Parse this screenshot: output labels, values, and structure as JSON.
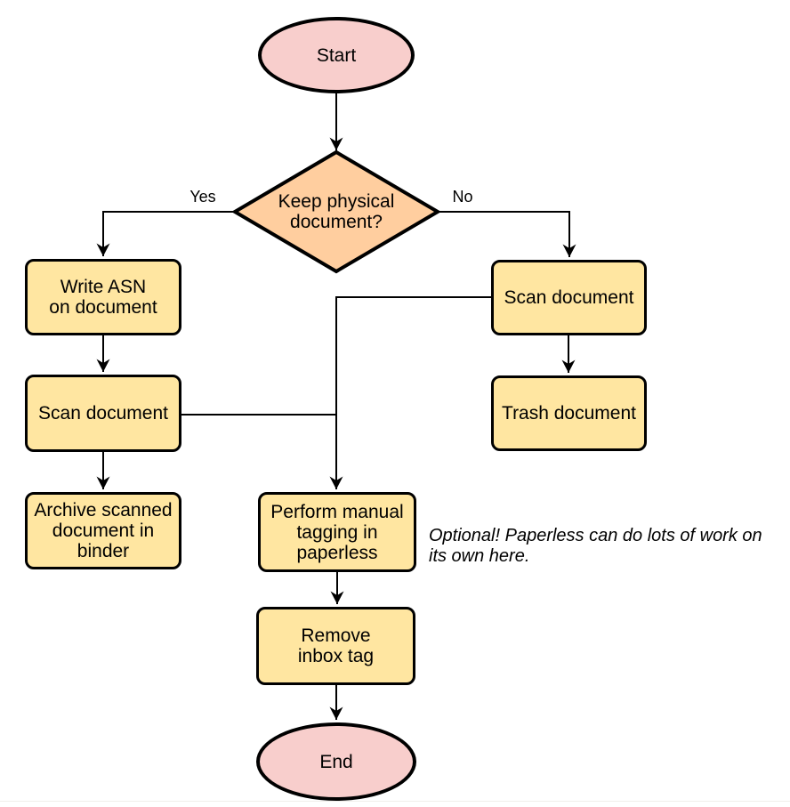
{
  "nodes": {
    "start": "Start",
    "decision": "Keep physical\ndocument?",
    "write_asn": "Write ASN\non document",
    "scan_left": "Scan document",
    "archive": "Archive scanned\ndocument in\nbinder",
    "scan_right": "Scan document",
    "trash": "Trash document",
    "tagging": "Perform manual\ntagging in\npaperless",
    "remove_inbox_tag": "Remove\ninbox tag",
    "end": "End"
  },
  "edge_labels": {
    "yes": "Yes",
    "no": "No"
  },
  "annotation": "Optional! Paperless can do lots of work on\nits own here.",
  "edges": [
    {
      "from": "start",
      "to": "decision"
    },
    {
      "from": "decision",
      "to": "write_asn",
      "label": "Yes"
    },
    {
      "from": "decision",
      "to": "scan_right",
      "label": "No"
    },
    {
      "from": "write_asn",
      "to": "scan_left"
    },
    {
      "from": "scan_left",
      "to": "archive"
    },
    {
      "from": "scan_left",
      "to": "tagging"
    },
    {
      "from": "scan_right",
      "to": "trash"
    },
    {
      "from": "scan_right",
      "to": "tagging"
    },
    {
      "from": "tagging",
      "to": "remove_inbox_tag"
    },
    {
      "from": "remove_inbox_tag",
      "to": "end"
    }
  ],
  "colors": {
    "terminal-fill": "#f8cecc",
    "decision-fill": "#ffce9f",
    "process-fill": "#ffe6a1",
    "stroke": "#000000",
    "text": "#000000",
    "divider": "#f0efeb"
  }
}
